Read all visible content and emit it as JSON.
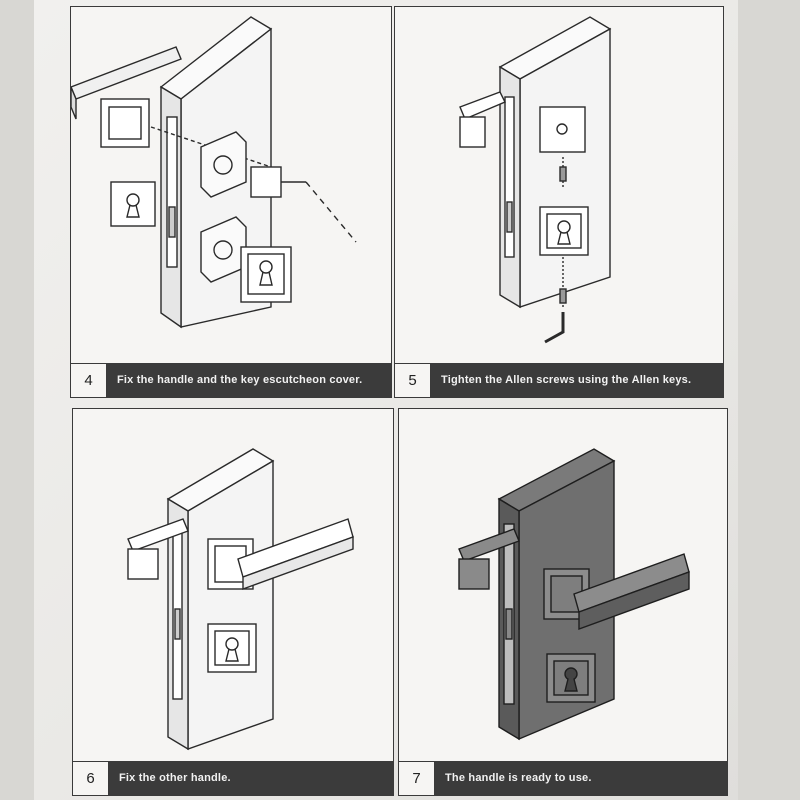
{
  "steps": [
    {
      "number": "4",
      "text": "Fix the handle and the key escutcheon cover."
    },
    {
      "number": "5",
      "text": "Tighten the Allen screws using the Allen keys."
    },
    {
      "number": "6",
      "text": "Fix the other handle."
    },
    {
      "number": "7",
      "text": "The handle is ready to use."
    }
  ],
  "colors": {
    "caption_bar": "#3b3b3b",
    "caption_text": "#f2f2f2",
    "paper": "#f6f5f3",
    "line": "#2a2a2a",
    "door_shaded": "#6f6f6f"
  }
}
